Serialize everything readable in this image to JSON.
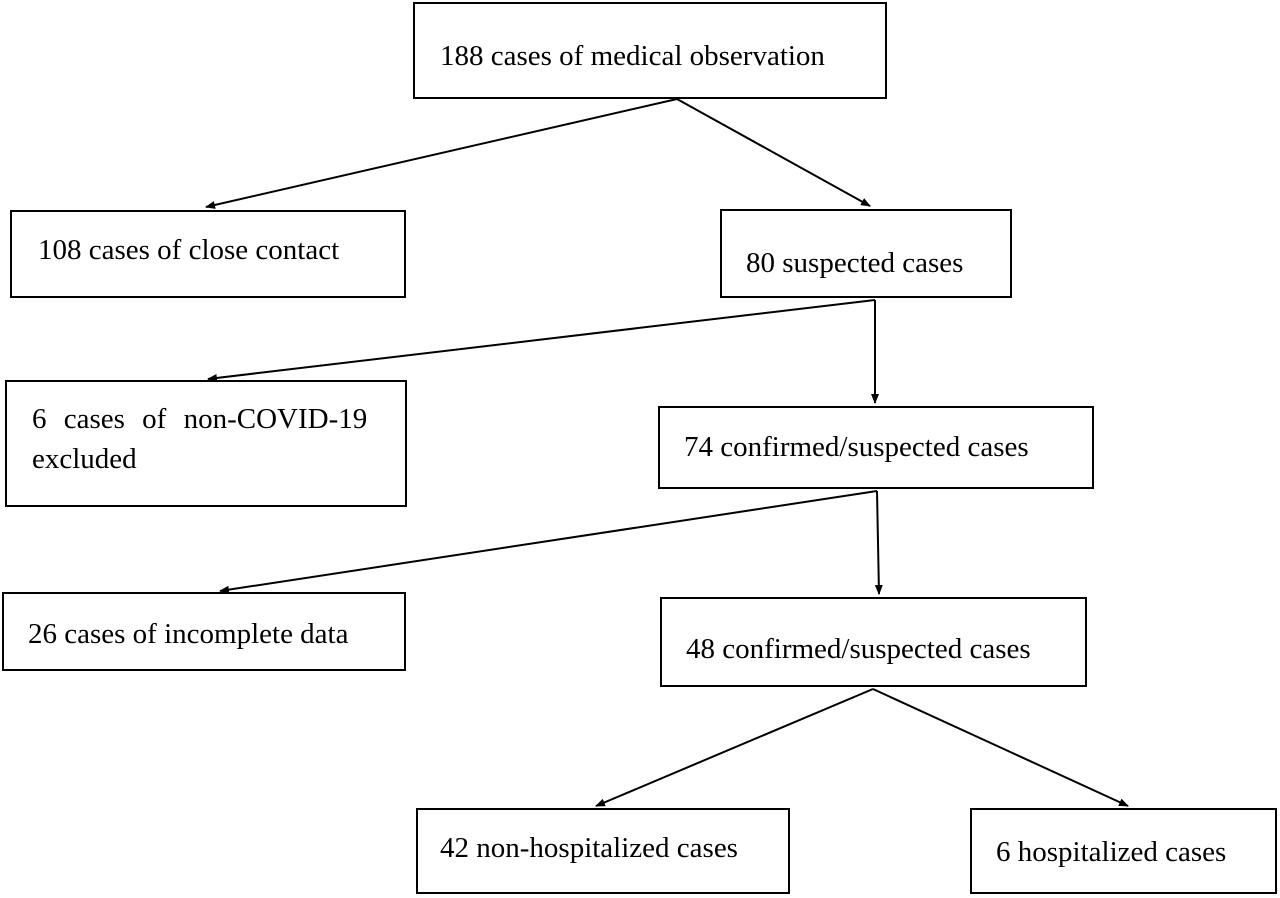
{
  "flowchart": {
    "nodes": {
      "observation": "188 cases of medical observation",
      "close_contact": "108 cases of close contact",
      "suspected": "80 suspected cases",
      "non_covid_line1": "6 cases of non-COVID-19",
      "non_covid_line2": "excluded",
      "confirmed_suspected_74": "74 confirmed/suspected cases",
      "incomplete_data": "26 cases of incomplete data",
      "confirmed_suspected_48": "48 confirmed/suspected cases",
      "non_hospitalized": "42 non-hospitalized cases",
      "hospitalized": "6 hospitalized cases"
    },
    "edges": [
      {
        "from": "observation",
        "to": "close_contact"
      },
      {
        "from": "observation",
        "to": "suspected"
      },
      {
        "from": "suspected",
        "to": "non_covid"
      },
      {
        "from": "suspected",
        "to": "confirmed_suspected_74"
      },
      {
        "from": "confirmed_suspected_74",
        "to": "incomplete_data"
      },
      {
        "from": "confirmed_suspected_74",
        "to": "confirmed_suspected_48"
      },
      {
        "from": "confirmed_suspected_48",
        "to": "non_hospitalized"
      },
      {
        "from": "confirmed_suspected_48",
        "to": "hospitalized"
      }
    ],
    "colors": {
      "line": "#000000",
      "background": "#ffffff"
    }
  }
}
